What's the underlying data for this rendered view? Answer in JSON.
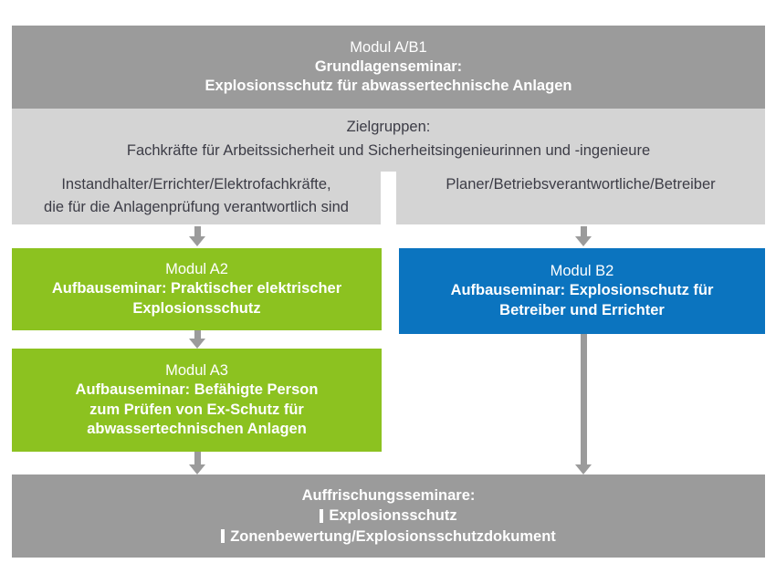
{
  "colors": {
    "grey_dark": "#9b9b9b",
    "grey_light": "#d4d4d4",
    "green": "#8cc220",
    "blue": "#0b74bf",
    "white": "#ffffff",
    "text_dark": "#3c3c46"
  },
  "header": {
    "module": "Modul A/B1",
    "subtitle": "Grundlagenseminar:",
    "title": "Explosionsschutz für abwassertechnische Anlagen"
  },
  "target_groups": {
    "heading": "Zielgruppen:",
    "line": "Fachkräfte für Arbeitssicherheit und Sicherheitsingenieurinnen und -ingenieure",
    "left": {
      "line1": "Instandhalter/Errichter/Elektrofachkräfte,",
      "line2": "die für die Anlagenprüfung verantwortlich sind"
    },
    "right": {
      "line1": "Planer/Betriebsverantwortliche/Betreiber",
      "line2": ""
    }
  },
  "modules": {
    "a2": {
      "module": "Modul A2",
      "body_line1": "Aufbauseminar: Praktischer elektrischer",
      "body_line2": "Explosionsschutz"
    },
    "a3": {
      "module": "Modul A3",
      "body_line1": "Aufbauseminar: Befähigte Person",
      "body_line2": "zum Prüfen von Ex-Schutz für",
      "body_line3": "abwassertechnischen Anlagen"
    },
    "b2": {
      "module": "Modul B2",
      "body_line1": "Aufbauseminar: Explosionschutz für",
      "body_line2": "Betreiber und Errichter"
    }
  },
  "refresher": {
    "heading": "Auffrischungsseminare:",
    "items": [
      "Explosionsschutz",
      "Zonenbewertung/Explosionsschutzdokument"
    ]
  }
}
